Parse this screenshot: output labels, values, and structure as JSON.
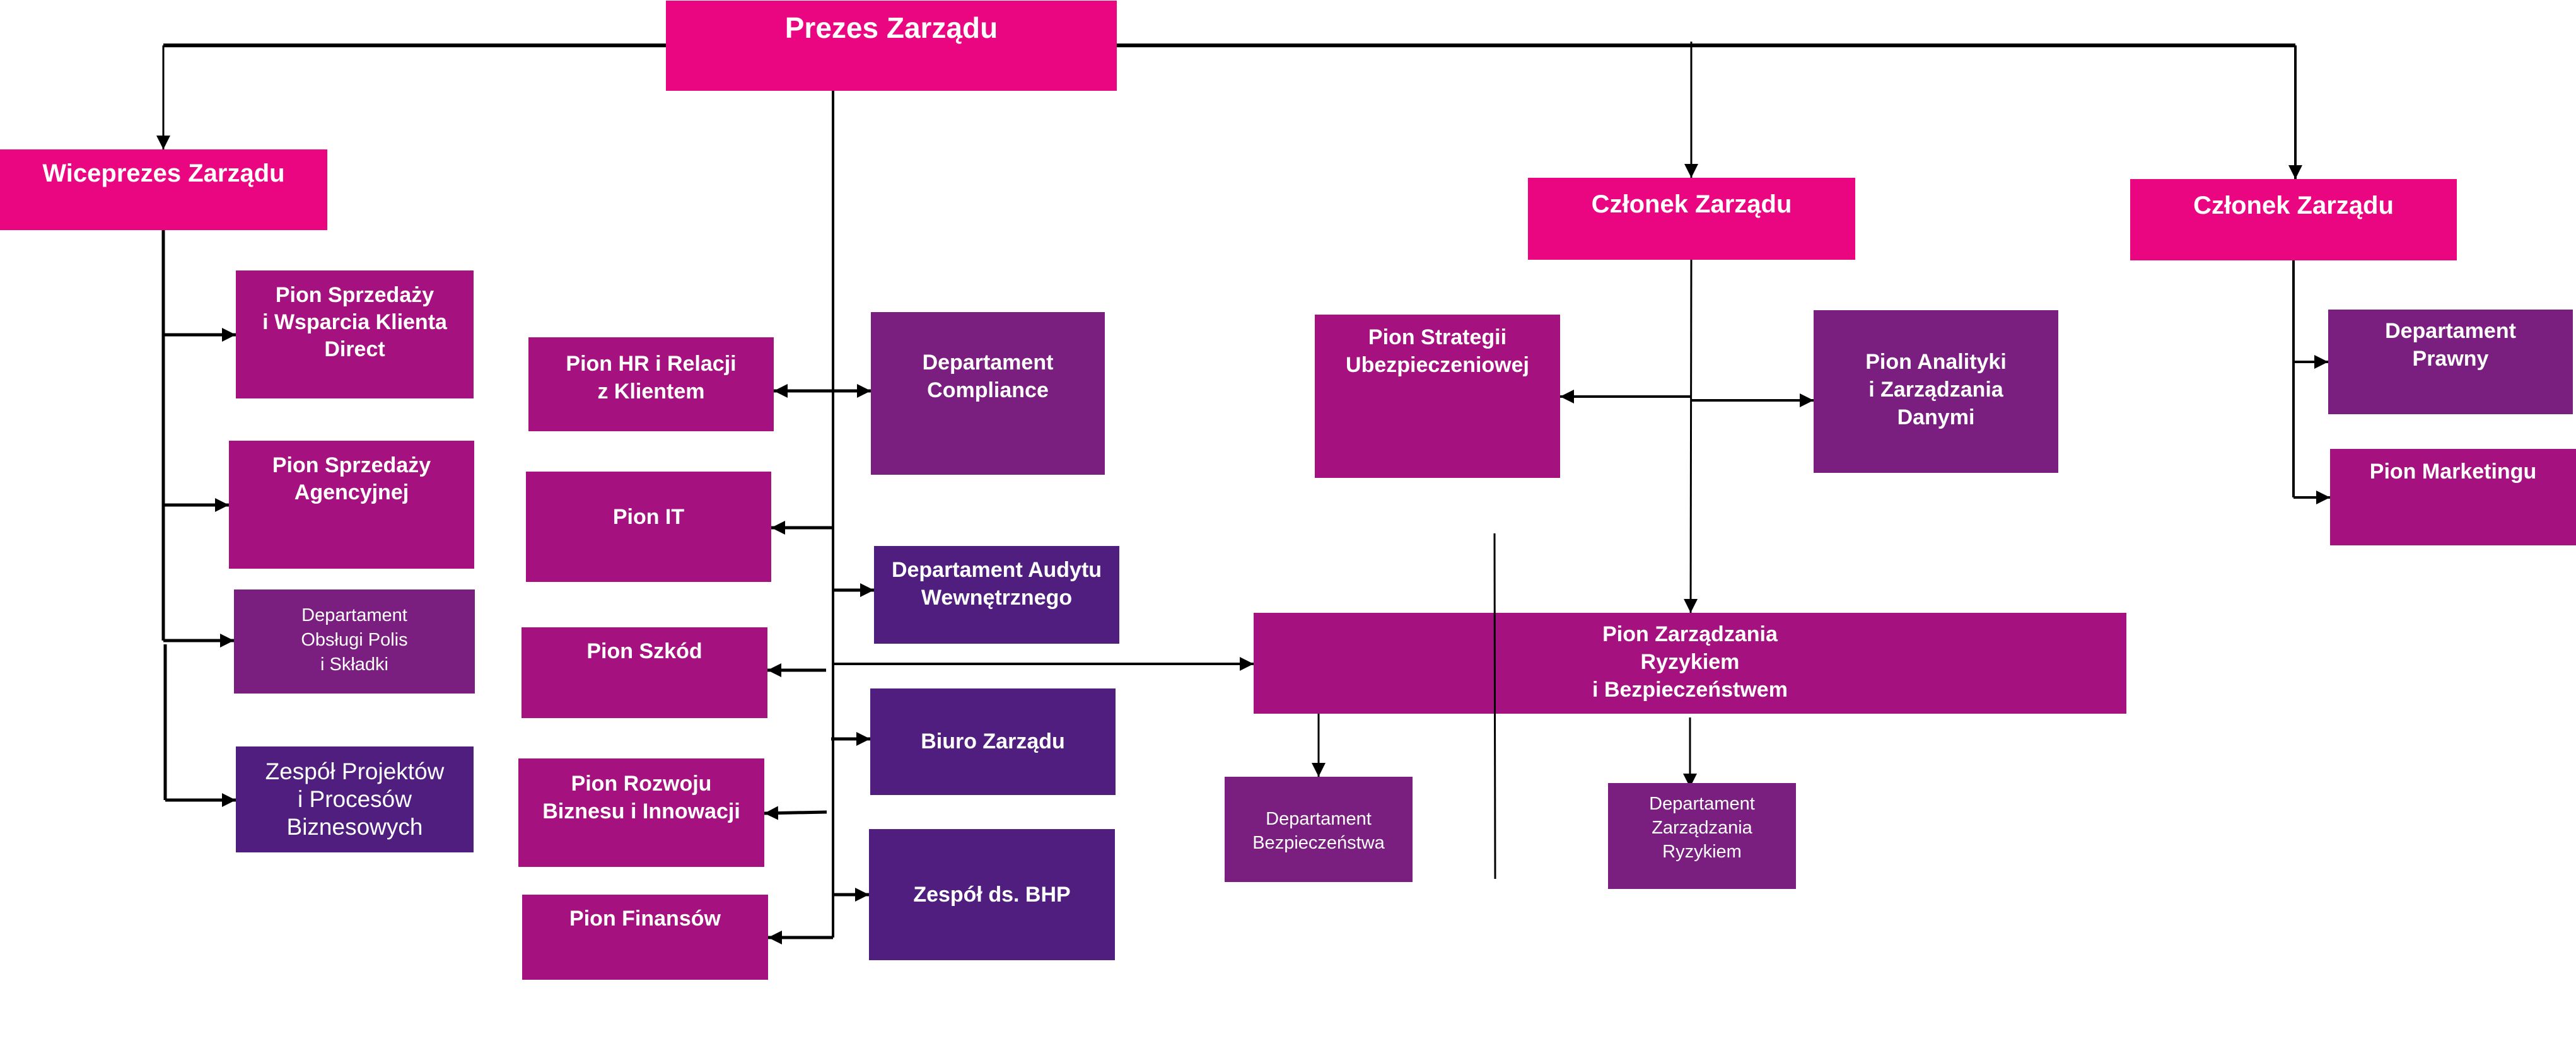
{
  "diagram": {
    "type": "org-chart",
    "colors": {
      "board": "#EA0680",
      "division": "#A5117E",
      "department": "#7A1E80",
      "team": "#4F1E7F",
      "connector": "#000000",
      "text": "#FFFFFF"
    },
    "nodes": {
      "prezes": {
        "label": "Prezes Zarządu",
        "level": "board"
      },
      "wiceprezes": {
        "label": "Wiceprezes Zarządu",
        "level": "board"
      },
      "czlonek1": {
        "label": "Członek Zarządu",
        "level": "board"
      },
      "czlonek2": {
        "label": "Członek Zarządu",
        "level": "board"
      },
      "pion_sprzedazy_direct": {
        "label": "Pion Sprzedaży\ni Wsparcia Klienta\nDirect",
        "level": "division"
      },
      "pion_sprzedazy_agencyjnej": {
        "label": "Pion Sprzedaży\nAgencyjnej",
        "level": "division"
      },
      "dept_obslugi_polis": {
        "label": "Departament\nObsługi Polis\ni Składki",
        "level": "department"
      },
      "zespol_projektow": {
        "label": "Zespół Projektów\ni Procesów\nBiznesowych",
        "level": "team"
      },
      "pion_hr": {
        "label": "Pion  HR i Relacji\nz Klientem",
        "level": "division"
      },
      "pion_it": {
        "label": "Pion  IT",
        "level": "division"
      },
      "pion_szkod": {
        "label": "Pion Szkód",
        "level": "division"
      },
      "pion_rozwoju": {
        "label": "Pion Rozwoju\nBiznesu i Innowacji",
        "level": "division"
      },
      "pion_finansow": {
        "label": "Pion Finansów",
        "level": "division"
      },
      "dept_compliance": {
        "label": "Departament\nCompliance",
        "level": "department"
      },
      "dept_audytu": {
        "label": "Departament Audytu\nWewnętrznego",
        "level": "team"
      },
      "biuro_zarzadu": {
        "label": "Biuro Zarządu",
        "level": "team"
      },
      "zespol_bhp": {
        "label": "Zespół ds. BHP",
        "level": "team"
      },
      "pion_strategii": {
        "label": "Pion  Strategii\nUbezpieczeniowej",
        "level": "division"
      },
      "pion_analityki": {
        "label": "Pion Analityki\ni Zarządzania\nDanymi",
        "level": "department"
      },
      "pion_ryzyka": {
        "label": "Pion Zarządzania\nRyzykiem\ni Bezpieczeństwem",
        "level": "division"
      },
      "dept_bezpieczenstwa": {
        "label": "Departament\nBezpieczeństwa",
        "level": "department"
      },
      "dept_ryzyka": {
        "label": "Departament\nZarządzania\nRyzykiem",
        "level": "department"
      },
      "dept_prawny": {
        "label": "Departament\nPrawny",
        "level": "department"
      },
      "pion_marketingu": {
        "label": "Pion Marketingu",
        "level": "division"
      }
    },
    "edges": [
      {
        "from": "prezes",
        "to": "wiceprezes"
      },
      {
        "from": "prezes",
        "to": "czlonek1"
      },
      {
        "from": "prezes",
        "to": "czlonek2"
      },
      {
        "from": "wiceprezes",
        "to": "pion_sprzedazy_direct"
      },
      {
        "from": "wiceprezes",
        "to": "pion_sprzedazy_agencyjnej"
      },
      {
        "from": "wiceprezes",
        "to": "dept_obslugi_polis"
      },
      {
        "from": "wiceprezes",
        "to": "zespol_projektow"
      },
      {
        "from": "prezes",
        "to": "pion_hr"
      },
      {
        "from": "prezes",
        "to": "dept_compliance"
      },
      {
        "from": "prezes",
        "to": "pion_it"
      },
      {
        "from": "prezes",
        "to": "dept_audytu"
      },
      {
        "from": "prezes",
        "to": "pion_szkod"
      },
      {
        "from": "prezes",
        "to": "pion_ryzyka"
      },
      {
        "from": "prezes",
        "to": "biuro_zarzadu"
      },
      {
        "from": "prezes",
        "to": "pion_rozwoju"
      },
      {
        "from": "prezes",
        "to": "zespol_bhp"
      },
      {
        "from": "prezes",
        "to": "pion_finansow"
      },
      {
        "from": "czlonek1",
        "to": "pion_strategii"
      },
      {
        "from": "czlonek1",
        "to": "pion_analityki"
      },
      {
        "from": "czlonek1",
        "to": "pion_ryzyka"
      },
      {
        "from": "pion_ryzyka",
        "to": "dept_bezpieczenstwa"
      },
      {
        "from": "pion_ryzyka",
        "to": "dept_ryzyka"
      },
      {
        "from": "czlonek2",
        "to": "dept_prawny"
      },
      {
        "from": "czlonek2",
        "to": "pion_marketingu"
      }
    ]
  }
}
